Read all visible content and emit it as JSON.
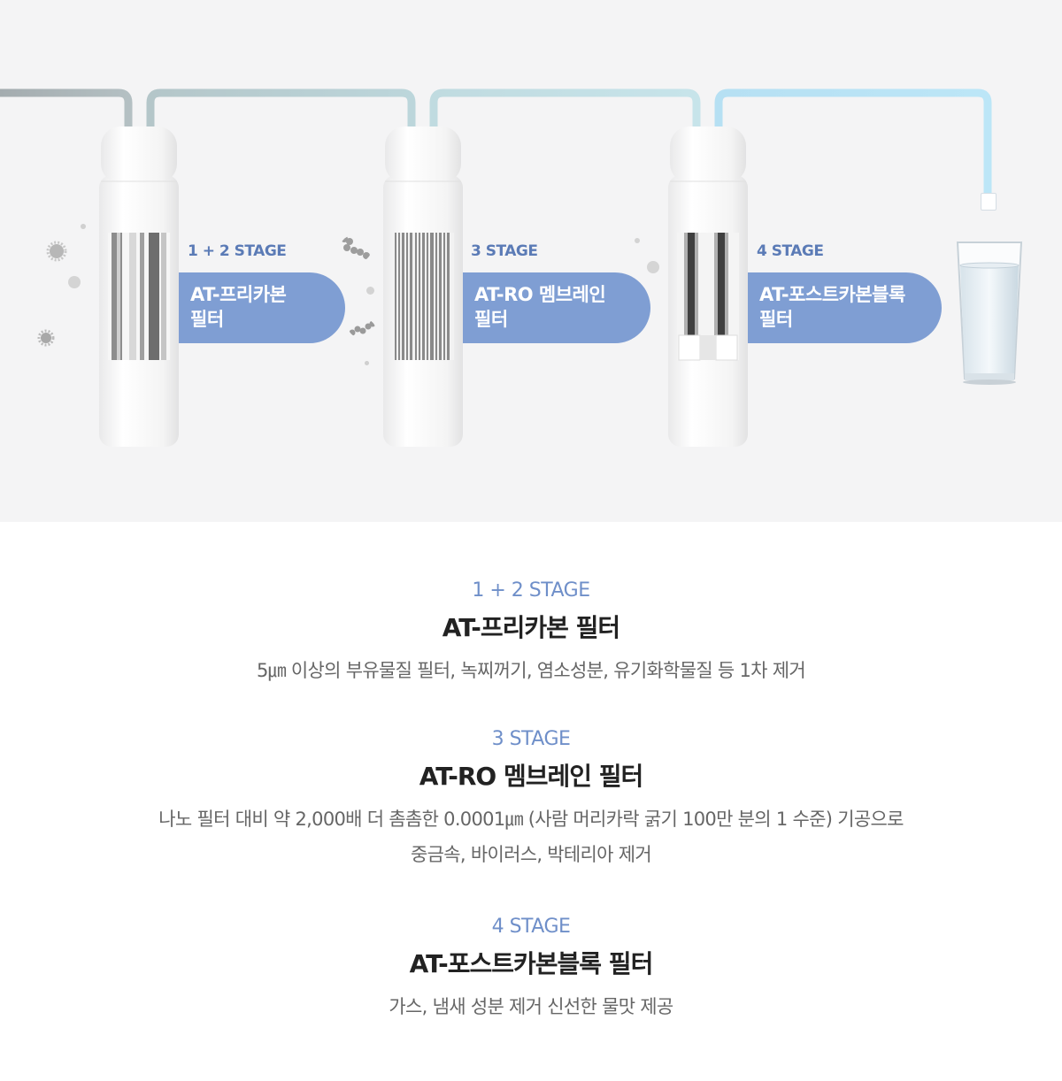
{
  "diagram": {
    "stages": [
      {
        "tag": "1 + 2 STAGE",
        "name_line1": "AT-프리카본",
        "name_line2": "필터"
      },
      {
        "tag": "3 STAGE",
        "name_line1": "AT-RO 멤브레인",
        "name_line2": "필터"
      },
      {
        "tag": "4 STAGE",
        "name_line1": "AT-포스트카본블록",
        "name_line2": "필터"
      }
    ]
  },
  "descriptions": [
    {
      "stage": "1 + 2 STAGE",
      "title": "AT-프리카본 필터",
      "desc": "5㎛ 이상의 부유물질 필터, 녹찌꺼기, 염소성분, 유기화학물질 등 1차 제거"
    },
    {
      "stage": "3  STAGE",
      "title": "AT-RO 멤브레인 필터",
      "desc_line1": "나노 필터 대비 약 2,000배 더 촘촘한 0.0001㎛ (사람 머리카락 굵기 100만 분의 1 수준) 기공으로",
      "desc_line2": "중금속, 바이러스, 박테리아 제거"
    },
    {
      "stage": "4  STAGE",
      "title": "AT-포스트카본블록 필터",
      "desc": "가스, 냄새 성분 제거 신선한 물맛 제공"
    }
  ],
  "colors": {
    "pill": "#7f9ed3",
    "stage_tag": "#5b7bb6",
    "stage_text": "#6f8fc9",
    "pipe_gray": "#a9b4b8",
    "pipe_teal": "#bcd5da",
    "pipe_blue": "#b8e2f4"
  },
  "icons": [
    "contaminant-particle-icon",
    "water-glass-icon",
    "filter-cartridge-icon"
  ]
}
